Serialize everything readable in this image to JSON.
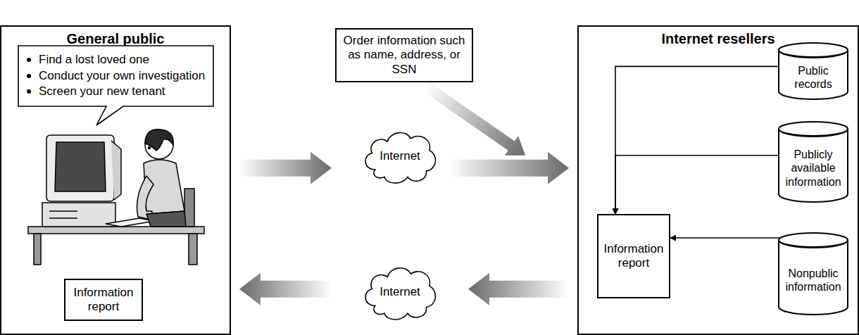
{
  "diagram": {
    "nodes": [
      {
        "text": [
          "General public"
        ]
      },
      {
        "text": [
          "Find a lost loved one",
          "Conduct your own investigation",
          "Screen your new tenant"
        ],
        "in": 0
      },
      {
        "text": [
          "Information report"
        ],
        "in": 0
      },
      {
        "text": [
          "Order information such as name, address, or SSN"
        ]
      },
      {
        "text": [
          "Internet"
        ]
      },
      {
        "text": [
          "Internet"
        ]
      },
      {
        "text": [
          "Internet resellers"
        ]
      },
      {
        "text": [
          "Public records"
        ],
        "in": 6
      },
      {
        "text": [
          "Publicly available information"
        ],
        "in": 6
      },
      {
        "text": [
          "Information report"
        ],
        "in": 6
      },
      {
        "text": [
          "Nonpublic information"
        ],
        "in": 6
      }
    ],
    "edges": [
      {
        "from": 0,
        "to": 4,
        "arrow": "to"
      },
      {
        "from": 4,
        "to": 6,
        "arrow": "to"
      },
      {
        "from": 3,
        "to": 6,
        "arrow": "to"
      },
      {
        "from": 6,
        "to": 5,
        "arrow": "to"
      },
      {
        "from": 5,
        "to": 0,
        "arrow": "to"
      },
      {
        "from": 7,
        "to": 9,
        "arrow": "to"
      },
      {
        "from": 8,
        "to": 9,
        "arrow": "to"
      },
      {
        "from": 10,
        "to": 9,
        "arrow": "to"
      }
    ]
  }
}
